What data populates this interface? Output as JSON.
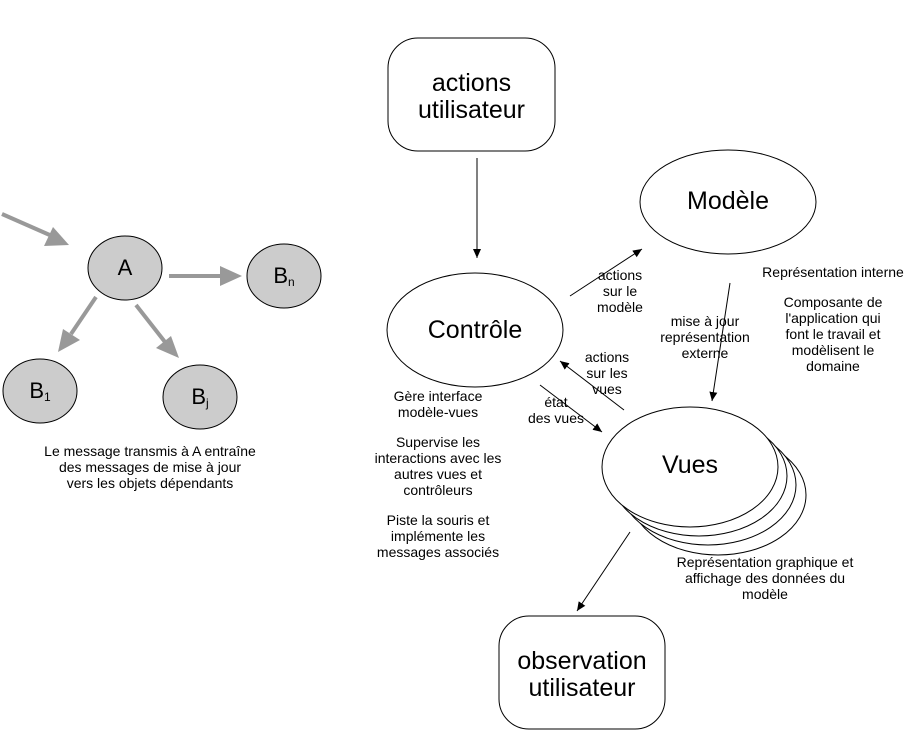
{
  "left": {
    "node_a": "A",
    "node_bn": "B",
    "node_bn_sub": "n",
    "node_b1": "B",
    "node_b1_sub": "1",
    "node_bj": "B",
    "node_bj_sub": "j",
    "caption": [
      "Le message transmis à A entraîne",
      "des messages de mise à jour",
      "vers les objets dépendants"
    ],
    "node_fill": "#cccccc",
    "arrow_color": "#999999"
  },
  "mvc": {
    "actions_utilisateur": [
      "actions",
      "utilisateur"
    ],
    "modele": "Modèle",
    "controle": "Contrôle",
    "vues": "Vues",
    "observation_utilisateur": [
      "observation",
      "utilisateur"
    ],
    "label_actions_modele": [
      "actions",
      "sur le",
      "modèle"
    ],
    "label_mise_a_jour": [
      "mise à jour",
      "représentation",
      "externe"
    ],
    "label_actions_vues": [
      "actions",
      "sur les",
      "vues"
    ],
    "label_etat_vues": [
      "état",
      "des vues"
    ],
    "modele_notes": [
      "Représentation interne",
      "",
      "Composante de",
      "l'application qui",
      "font le travail et",
      "modèlisent le",
      "domaine"
    ],
    "controle_notes": [
      "Gère interface",
      "modèle-vues",
      "",
      "Supervise les",
      "interactions avec les",
      "autres vues et",
      "contrôleurs",
      "",
      "Piste la souris et",
      "implémente les",
      "messages associés"
    ],
    "vues_notes": [
      "Représentation graphique et",
      "affichage des données du",
      "modèle"
    ]
  }
}
